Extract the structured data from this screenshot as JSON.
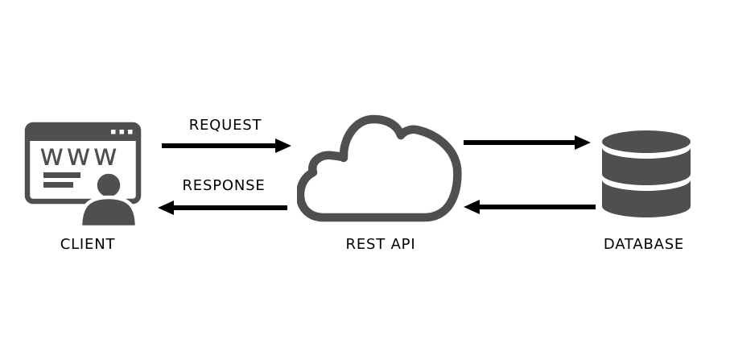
{
  "diagram": {
    "background": "#ffffff",
    "colors": {
      "icon_gray": "#4f4f4f",
      "arrow_black": "#000000",
      "text_black": "#000000"
    },
    "nodes": [
      {
        "id": "client",
        "label": "CLIENT",
        "icon": "browser-user-icon",
        "icon_text": "www"
      },
      {
        "id": "rest_api",
        "label": "REST API",
        "icon": "cloud-icon"
      },
      {
        "id": "database",
        "label": "DATABASE",
        "icon": "database-icon"
      }
    ],
    "edges": [
      {
        "from": "client",
        "to": "rest_api",
        "label": "REQUEST",
        "direction": "right"
      },
      {
        "from": "rest_api",
        "to": "client",
        "label": "RESPONSE",
        "direction": "left"
      },
      {
        "from": "rest_api",
        "to": "database",
        "label": "",
        "direction": "right"
      },
      {
        "from": "database",
        "to": "rest_api",
        "label": "",
        "direction": "left"
      }
    ]
  }
}
